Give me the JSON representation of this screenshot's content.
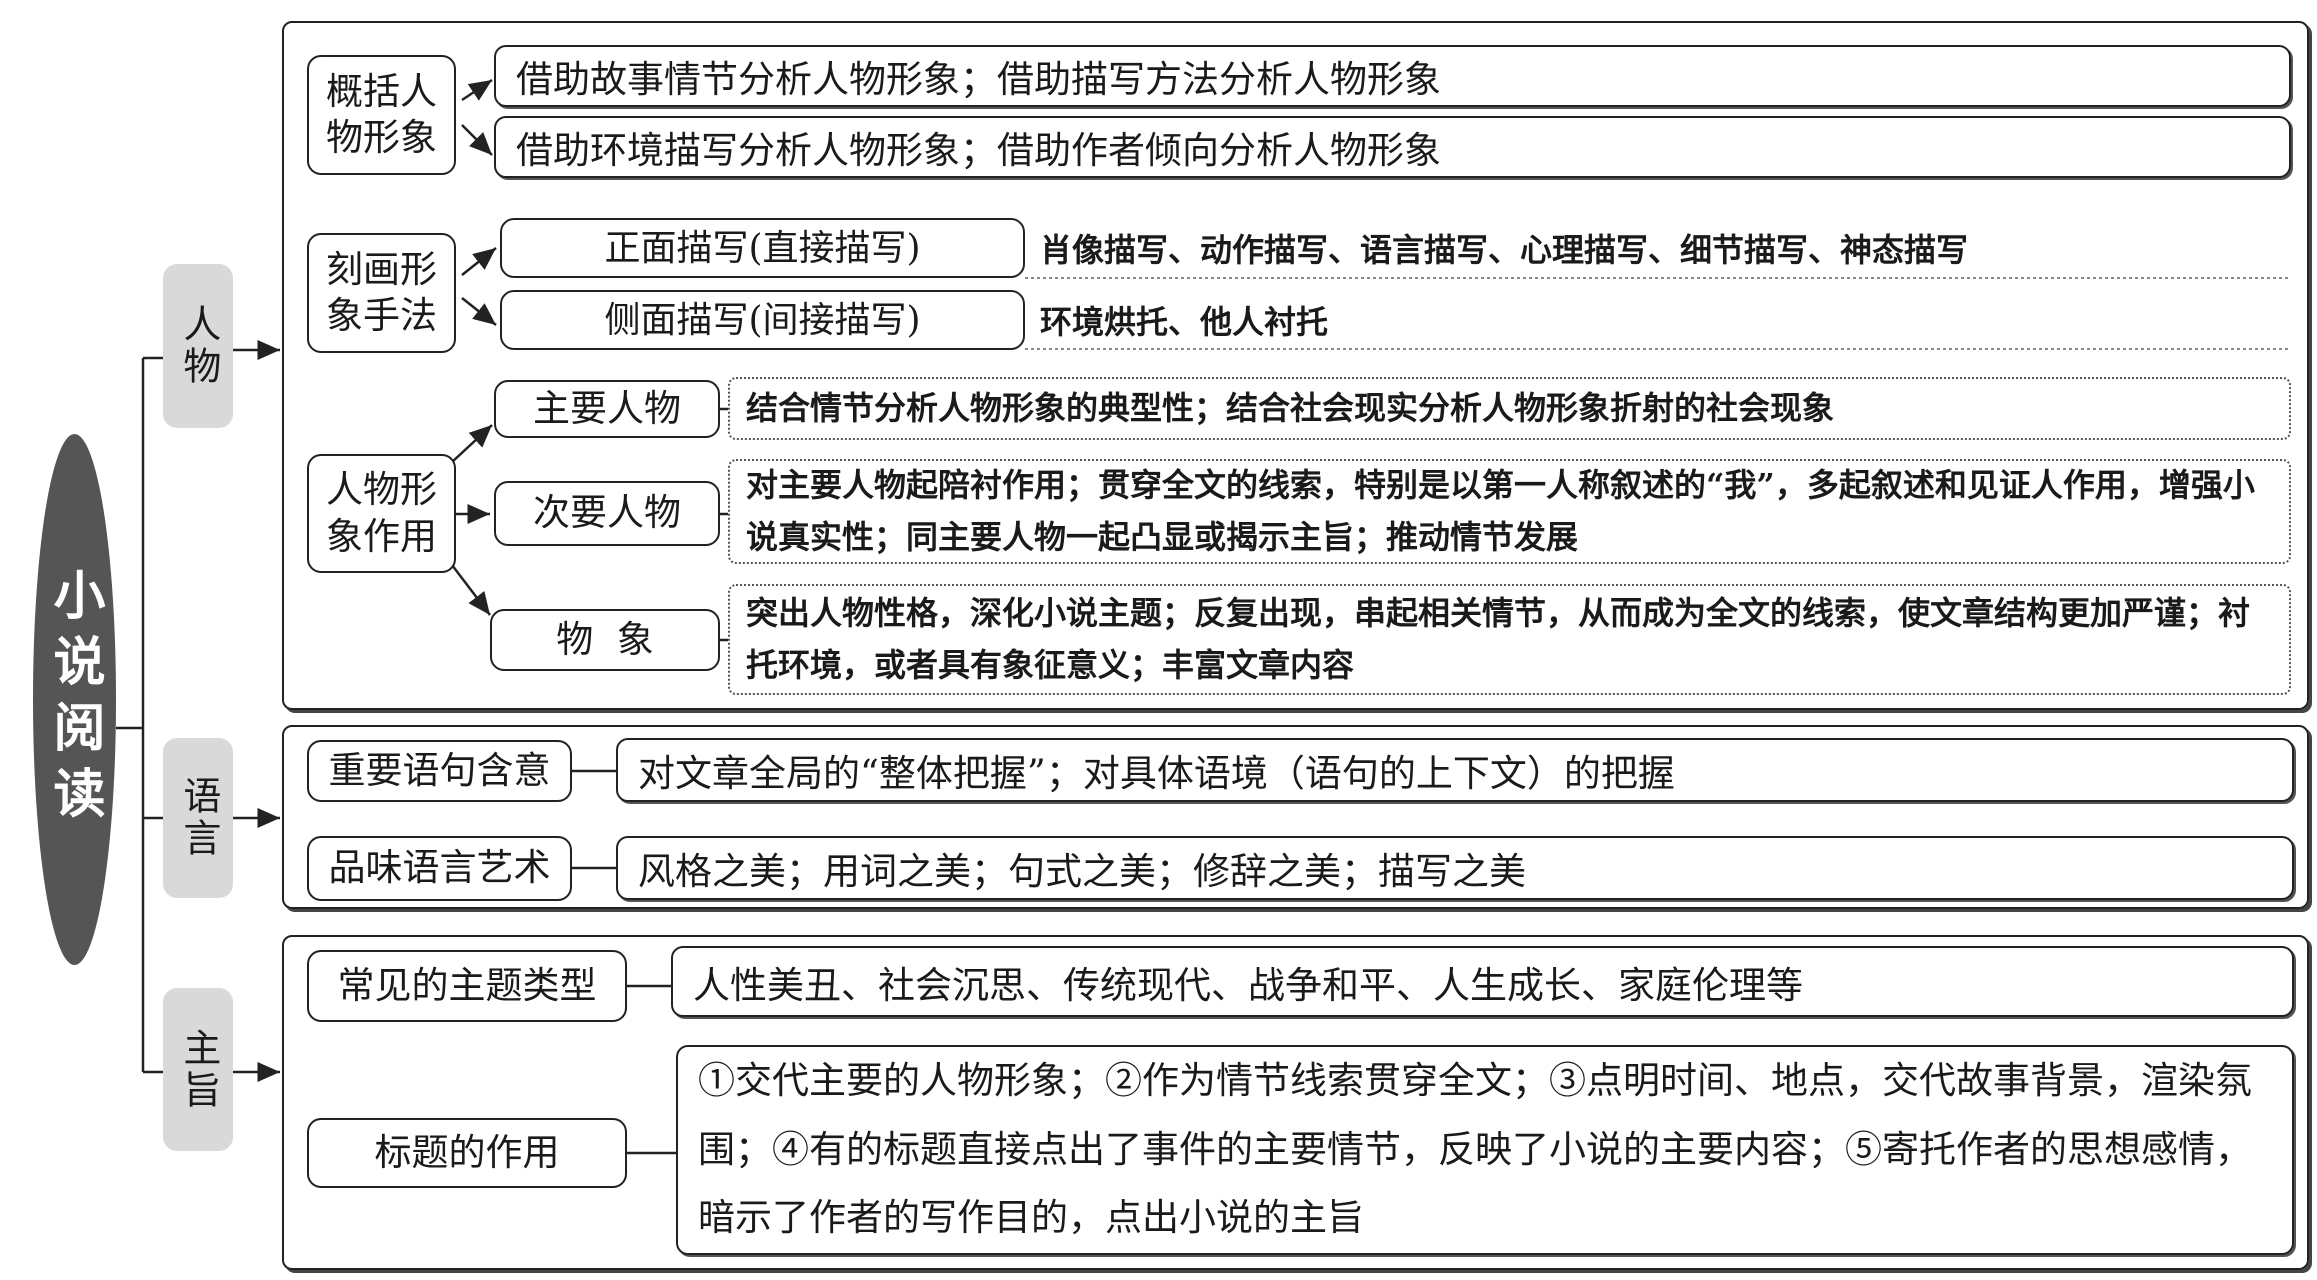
{
  "root": "小说阅读",
  "categories": [
    "人物",
    "语言",
    "主旨"
  ],
  "character": {
    "summary": {
      "label": "概括人物形象",
      "items": [
        "借助故事情节分析人物形象；借助描写方法分析人物形象",
        "借助环境描写分析人物形象；借助作者倾向分析人物形象"
      ]
    },
    "methods": {
      "label": "刻画形象手法",
      "items": [
        {
          "label": "正面描写(直接描写)",
          "detail": "肖像描写、动作描写、语言描写、心理描写、细节描写、神态描写"
        },
        {
          "label": "侧面描写(间接描写)",
          "detail": "环境烘托、他人衬托"
        }
      ]
    },
    "roles": {
      "label": "人物形象作用",
      "items": [
        {
          "label": "主要人物",
          "detail": "结合情节分析人物形象的典型性；结合社会现实分析人物形象折射的社会现象"
        },
        {
          "label": "次要人物",
          "detail": "对主要人物起陪衬作用；贯穿全文的线索，特别是以第一人称叙述的“我”，多起叙述和见证人作用，增强小说真实性；同主要人物一起凸显或揭示主旨；推动情节发展"
        },
        {
          "label": "物  象",
          "detail": "突出人物性格，深化小说主题；反复出现，串起相关情节，从而成为全文的线索，使文章结构更加严谨；衬托环境，或者具有象征意义；丰富文章内容"
        }
      ]
    }
  },
  "language": [
    {
      "label": "重要语句含意",
      "detail": "对文章全局的“整体把握”；对具体语境（语句的上下文）的把握"
    },
    {
      "label": "品味语言艺术",
      "detail": "风格之美；用词之美；句式之美；修辞之美；描写之美"
    }
  ],
  "theme": [
    {
      "label": "常见的主题类型",
      "detail": "人性美丑、社会沉思、传统现代、战争和平、人生成长、家庭伦理等"
    },
    {
      "label": "标题的作用",
      "detail": "①交代主要的人物形象；②作为情节线索贯穿全文；③点明时间、地点，交代故事背景，渲染氛围；④有的标题直接点出了事件的主要情节，反映了小说的主要内容；⑤寄托作者的思想感情，暗示了作者的写作目的，点出小说的主旨"
    }
  ]
}
